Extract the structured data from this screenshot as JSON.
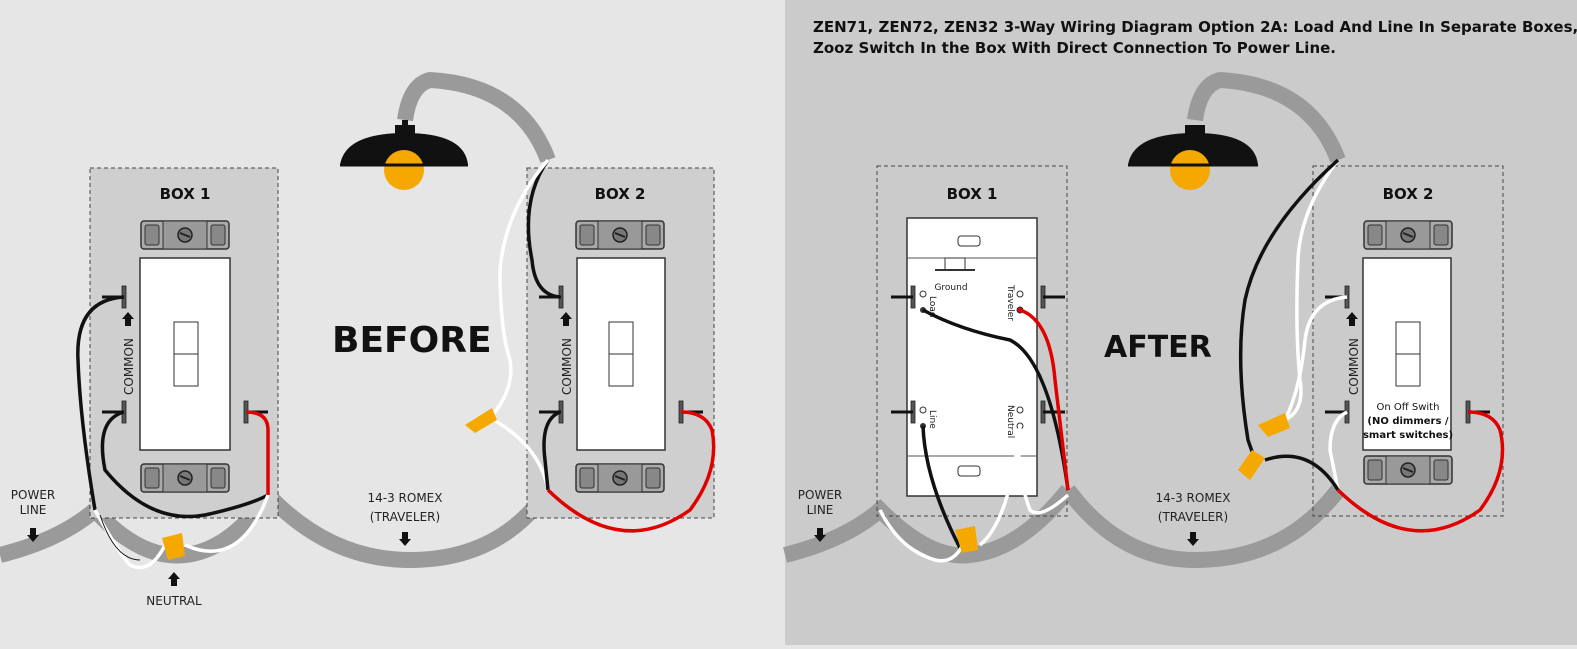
{
  "title": {
    "line1": "ZEN71, ZEN72, ZEN32 3-Way Wiring Diagram Option 2A: Load And Line In Separate Boxes,",
    "line2": "Zooz Switch In the Box With Direct Connection To Power Line."
  },
  "before": {
    "heading": "BEFORE",
    "box1_label": "BOX 1",
    "box2_label": "BOX 2",
    "common_label": "COMMON",
    "power_line": [
      "POWER",
      "LINE"
    ],
    "romex": [
      "14-3 ROMEX",
      "(TRAVELER)"
    ],
    "neutral": "NEUTRAL"
  },
  "after": {
    "heading": "AFTER",
    "box1_label": "BOX 1",
    "box2_label": "BOX 2",
    "common_label": "COMMON",
    "power_line": [
      "POWER",
      "LINE"
    ],
    "romex": [
      "14-3 ROMEX",
      "(TRAVELER)"
    ],
    "terminals": {
      "ground": "Ground",
      "load": "Load",
      "traveler": "Traveler",
      "line": "Line",
      "neutral": "Neutral"
    },
    "switch_note": [
      "On Off Swith",
      "(NO dimmers /",
      "smart switches)"
    ]
  },
  "colors": {
    "wire_black": "#111111",
    "wire_white": "#ffffff",
    "wire_red": "#e00000",
    "wire_nut": "#f5a800",
    "cable_gray": "#9a9a9a",
    "bulb": "#f5a800",
    "box_fill": "#cfcfcf",
    "left_bg": "#e6e6e6",
    "right_bg": "#cbcbcb"
  }
}
